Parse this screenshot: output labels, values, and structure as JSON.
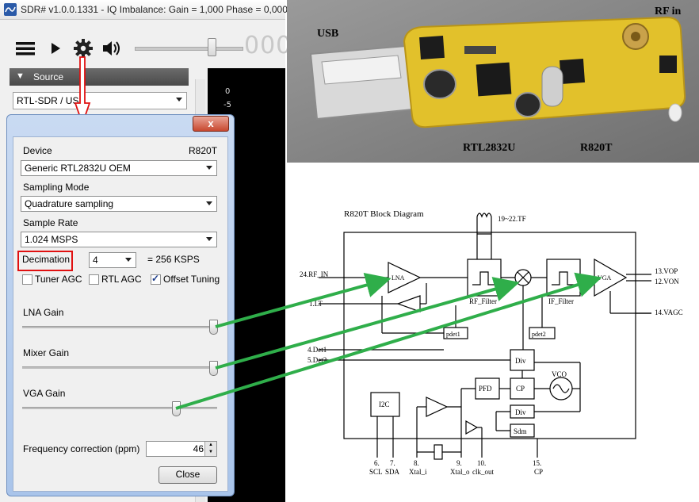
{
  "window": {
    "title": "SDR# v1.0.0.1331 - IQ Imbalance: Gain = 1,000 Phase = 0,000°"
  },
  "toolbar": {
    "icons": [
      "menu-icon",
      "play-icon",
      "gear-icon",
      "speaker-icon"
    ],
    "frequency_partial": "000",
    "volume_level": 0.7
  },
  "source_panel": {
    "header": "Source",
    "selected_source": "RTL-SDR / USB"
  },
  "spectrum": {
    "axis_labels": [
      "0",
      "-5"
    ]
  },
  "dialog": {
    "device_label": "Device",
    "tuner_name": "R820T",
    "device_value": "Generic RTL2832U OEM",
    "sampling_mode_label": "Sampling Mode",
    "sampling_mode_value": "Quadrature sampling",
    "sample_rate_label": "Sample Rate",
    "sample_rate_value": "1.024 MSPS",
    "decimation_label": "Decimation",
    "decimation_value": "4",
    "decimation_result": "= 256 KSPS",
    "tuner_agc_label": "Tuner AGC",
    "tuner_agc_checked": false,
    "rtl_agc_label": "RTL AGC",
    "rtl_agc_checked": false,
    "offset_tuning_label": "Offset Tuning",
    "offset_tuning_checked": true,
    "lna_gain_label": "LNA Gain",
    "lna_gain_level": 1.0,
    "mixer_gain_label": "Mixer Gain",
    "mixer_gain_level": 1.0,
    "vga_gain_label": "VGA Gain",
    "vga_gain_level": 0.8,
    "frequency_correction_label": "Frequency correction (ppm)",
    "frequency_correction_value": "46",
    "close_label": "Close",
    "close_x": "x"
  },
  "photo": {
    "labels": {
      "usb": "USB",
      "rf_in": "RF in",
      "rtl2832u": "RTL2832U",
      "r820t": "R820T"
    }
  },
  "block_diagram": {
    "title": "R820T Block Diagram",
    "blocks": {
      "lna": "LNA",
      "rf_filter": "RF_Filter",
      "if_filter": "IF_Filter",
      "vga": "VGA",
      "pdet1": "pdet1",
      "pdet2": "pdet2",
      "div_top": "Div",
      "pfd": "PFD",
      "cp": "CP",
      "vco": "VCO",
      "div_bottom": "Div",
      "sdm": "Sdm",
      "i2c": "I2C"
    },
    "pins": {
      "rf_in": "24.RF_IN",
      "tf": "19~22.TF",
      "vop": "13.VOP",
      "von": "12.VON",
      "vagc": "14.VAGC",
      "lt": "1.LT",
      "det1": "4.Det1",
      "det2": "5.Det2",
      "scl_num": "6.",
      "scl": "SCL",
      "sda_num": "7.",
      "sda": "SDA",
      "xtal_i_num": "8.",
      "xtal_i": "Xtal_i",
      "xtal_o_num": "9.",
      "xtal_o": "Xtal_o",
      "clk_out_num": "10.",
      "clk_out": "clk_out",
      "cp_num": "15.",
      "cp": "CP"
    }
  },
  "colors": {
    "arrow_green": "#2fae4a",
    "highlight_red": "#e01010",
    "pcb_yellow": "#e2c12b",
    "dialog_blue": "#a9c4ea"
  }
}
